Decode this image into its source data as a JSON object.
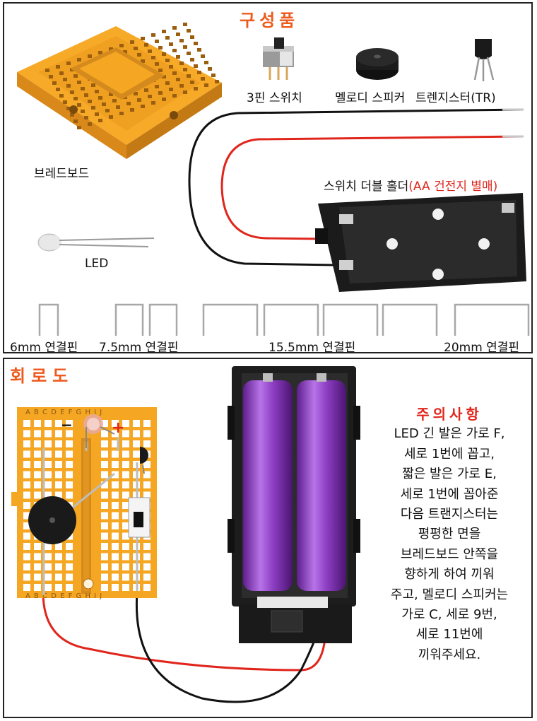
{
  "components_section": {
    "title": "구성품",
    "breadboard_label": "브레드보드",
    "led_label": "LED",
    "switch_label": "3핀 스위치",
    "speaker_label": "멜로디 스피커",
    "transistor_label": "트렌지스터(TR)",
    "holder_label": "스위치 더블 홀더",
    "holder_note": "(AA 건전지 별매)",
    "pins": [
      "6mm 연결핀",
      "7.5mm 연결핀",
      "15.5mm 연결핀",
      "20mm 연결핀"
    ]
  },
  "circuit_section": {
    "title": "회로도",
    "breadboard_cols_top": "A B C D E    F G H I J",
    "breadboard_cols_bottom": "A B C D E    F G H I J",
    "notes_title": "주의사항",
    "notes_lines": [
      "LED 긴 발은 가로 F,",
      "세로 1번에 꼽고,",
      "짧은 발은 가로 E,",
      "세로 1번에 꼽아준",
      "다음  트랜지스터는",
      "평평한 면을",
      "브레드보드 안쪽을",
      "향하게 하여 끼워",
      "주고, 멜로디 스피커는",
      "가로 C, 세로 9번,",
      "세로 11번에",
      "끼워주세요."
    ]
  },
  "colors": {
    "accent": "#ee5a1c",
    "warning": "#e0261c",
    "breadboard": "#f5a623",
    "battery": "#8e3fc4",
    "wire_red": "#e0261c",
    "wire_black": "#111111"
  }
}
